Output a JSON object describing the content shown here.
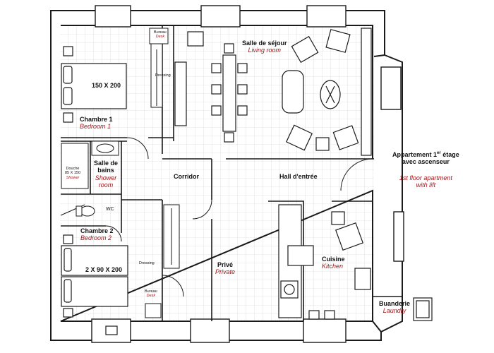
{
  "colors": {
    "wall": "#1a1a1a",
    "grid": "#c9c9c9",
    "fill": "#ffffff",
    "english": "#a3161a"
  },
  "rooms": {
    "living": {
      "fr": "Salle de séjour",
      "en": "Living room"
    },
    "bedroom1": {
      "fr": "Chambre 1",
      "en": "Bedroom 1",
      "bed": "150 X 200"
    },
    "bureau1": {
      "fr": "Bureau",
      "en": "Desk"
    },
    "dressing1": {
      "fr": "Dressing"
    },
    "bath": {
      "fr1": "Salle de",
      "fr2": "bains",
      "en1": "Shower",
      "en2": "room"
    },
    "shower": {
      "fr": "Douche",
      "size": "85 X 150",
      "en": "Shower"
    },
    "corridor": {
      "fr": "Corridor"
    },
    "hall": {
      "fr": "Hall d'entrée"
    },
    "wc": {
      "fr": "WC"
    },
    "bedroom2": {
      "fr": "Chambre 2",
      "en": "Bedroom 2",
      "beds": "2 X 90 X 200"
    },
    "dressing2": {
      "fr": "Dressing"
    },
    "bureau2": {
      "fr": "Bureau",
      "en": "Desk"
    },
    "private": {
      "fr": "Privé",
      "en": "Private"
    },
    "kitchen": {
      "fr": "Cuisine",
      "en": "Kitchen"
    },
    "laundry": {
      "fr": "Buanderie",
      "en": "Laundry"
    }
  },
  "apartment": {
    "fr_line1_a": "Appartement 1",
    "fr_line1_sup": "er",
    "fr_line1_b": " étage",
    "fr_line2": "avec ascenseur",
    "en_line1": "1st floor apartment",
    "en_line2": "with lift"
  }
}
